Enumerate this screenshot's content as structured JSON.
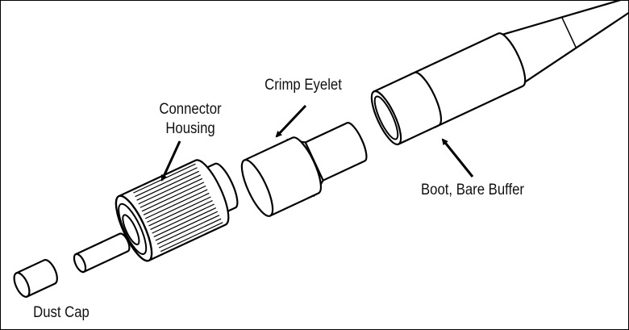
{
  "title": "Fiber connector exploded view",
  "labels": {
    "connector_housing_line1": "Connector",
    "connector_housing_line2": "Housing",
    "crimp_eyelet": "Crimp Eyelet",
    "boot": "Boot, Bare Buffer",
    "dust_cap": "Dust Cap"
  }
}
